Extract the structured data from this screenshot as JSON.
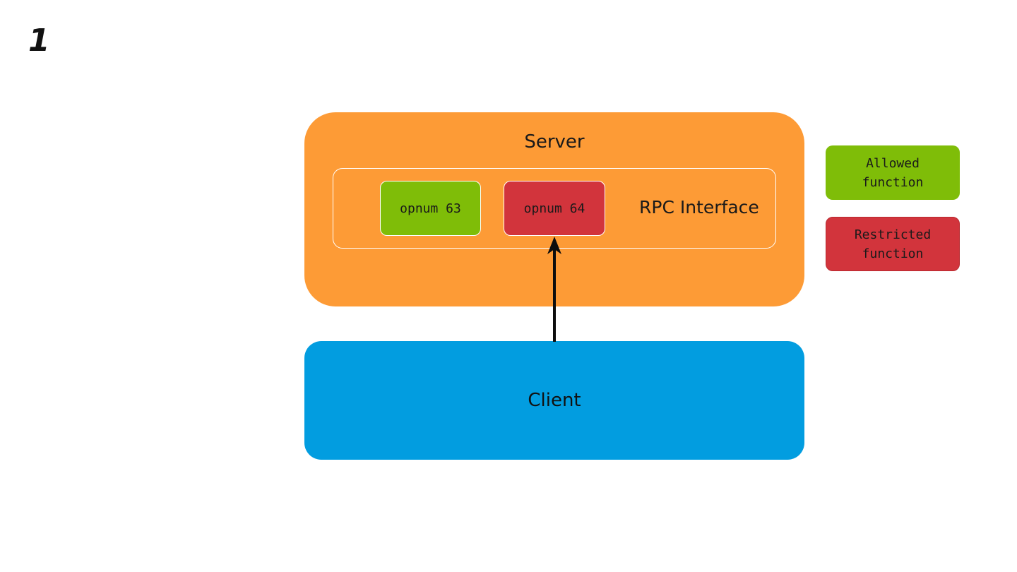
{
  "step": {
    "number": "1"
  },
  "server": {
    "label": "Server",
    "color": "#fd9b36"
  },
  "rpc_interface": {
    "label": "RPC Interface",
    "functions": [
      {
        "label": "opnum 63",
        "status": "allowed"
      },
      {
        "label": "opnum 64",
        "status": "restricted"
      }
    ]
  },
  "client": {
    "label": "Client",
    "color": "#029de0"
  },
  "call_arrow": {
    "from": "Client",
    "to": "opnum 64"
  },
  "legend": {
    "allowed": {
      "line1": "Allowed",
      "line2": "function",
      "color": "#7fbd08"
    },
    "restricted": {
      "line1": "Restricted",
      "line2": "function",
      "color": "#d2343c"
    }
  }
}
